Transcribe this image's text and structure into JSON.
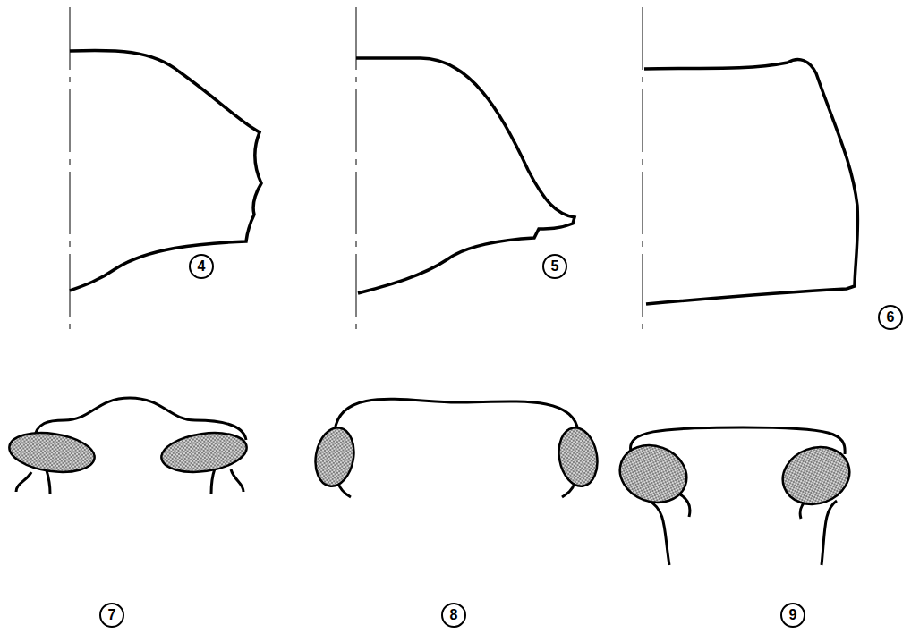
{
  "diagram": {
    "labels": [
      "4",
      "5",
      "6",
      "7",
      "8",
      "9"
    ]
  }
}
